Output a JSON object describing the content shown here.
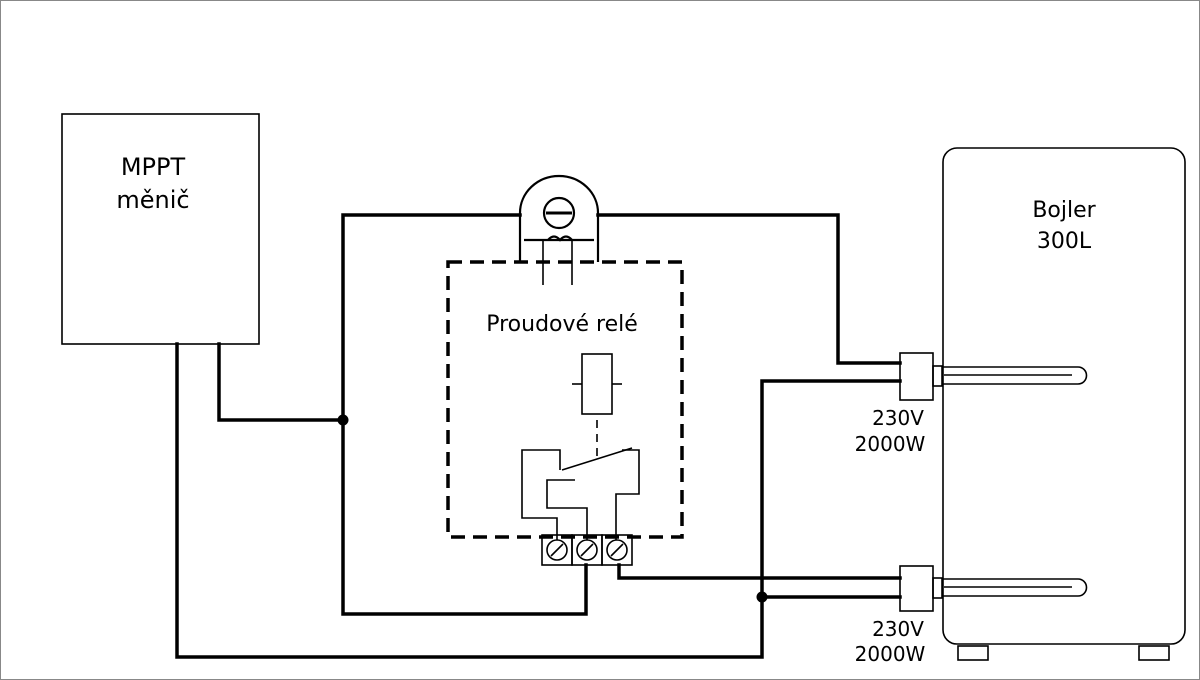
{
  "mppt": {
    "line1": "MPPT",
    "line2": "měnič"
  },
  "relay": {
    "label": "Proudové relé"
  },
  "boiler": {
    "line1": "Bojler",
    "line2": "300L"
  },
  "heaters": [
    {
      "voltage": "230V",
      "power": "2000W"
    },
    {
      "voltage": "230V",
      "power": "2000W"
    }
  ]
}
